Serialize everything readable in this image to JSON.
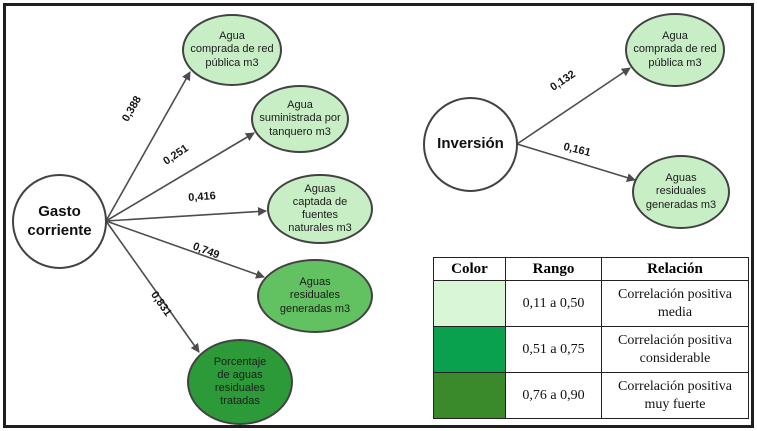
{
  "colors": {
    "node_light_green": "#c8eec5",
    "node_medium_green": "#62c160",
    "node_dark_green": "#2c9a38",
    "legend_light_green": "#d9f6d7",
    "legend_medium_green": "#0aa14e",
    "legend_dark_green": "#3a8a2c",
    "arrow_gray": "#4d4d4d"
  },
  "left_diagram": {
    "source": "Gasto\ncorriente",
    "edges": [
      {
        "value": "0,388",
        "target": "Agua\ncomprada de red\npública m3"
      },
      {
        "value": "0,251",
        "target": "Agua\nsuministrada por\ntanquero m3"
      },
      {
        "value": "0,416",
        "target": "Aguas\ncaptada de\nfuentes\nnaturales m3"
      },
      {
        "value": "0,749",
        "target": "Aguas\nresiduales\ngeneradas m3"
      },
      {
        "value": "0,831",
        "target": "Porcentaje\nde aguas\nresiduales\ntratadas"
      }
    ]
  },
  "right_diagram": {
    "source": "Inversión",
    "edges": [
      {
        "value": "0,132",
        "target": "Agua\ncomprada de red\npública m3"
      },
      {
        "value": "0,161",
        "target": "Aguas\nresiduales\ngeneradas m3"
      }
    ]
  },
  "legend": {
    "headers": [
      "Color",
      "Rango",
      "Relación"
    ],
    "rows": [
      {
        "range": "0,11 a 0,50",
        "relation": "Correlación positiva\nmedia"
      },
      {
        "range": "0,51 a 0,75",
        "relation": "Correlación positiva\nconsiderable"
      },
      {
        "range": "0,76 a 0,90",
        "relation": "Correlación positiva\nmuy fuerte"
      }
    ]
  }
}
